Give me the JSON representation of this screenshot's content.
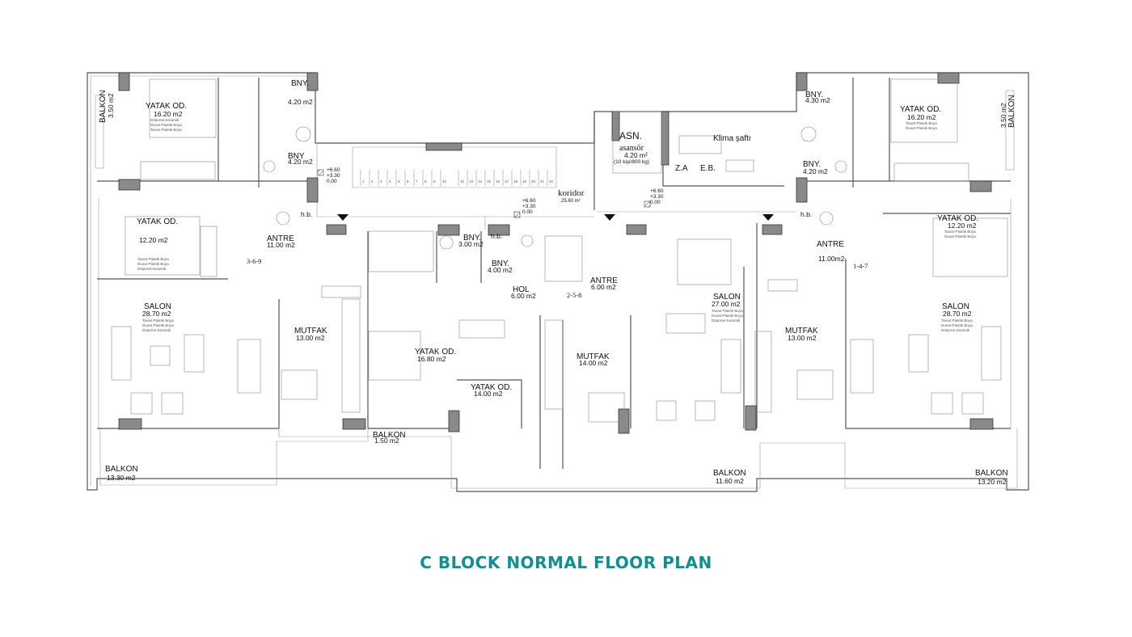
{
  "title": "C BLOCK NORMAL FLOOR PLAN",
  "colors": {
    "title": "#0f8f8f",
    "walls": "#555555",
    "columns": "#8a8a8a"
  },
  "rooms": [
    {
      "id": "balkon-left-top",
      "name": "BALKON",
      "area": "3.50 m2"
    },
    {
      "id": "yatak-1",
      "name": "YATAK OD.",
      "area": "16.20 m2"
    },
    {
      "id": "bny-1",
      "name": "BNY.",
      "area": "4.20 m2"
    },
    {
      "id": "bny-2",
      "name": "BNY",
      "area": "4.20 m2"
    },
    {
      "id": "yatak-2",
      "name": "YATAK OD.",
      "area": "12.20 m2"
    },
    {
      "id": "antre-1",
      "name": "ANTRE",
      "area": "11.00 m2"
    },
    {
      "id": "salon-1",
      "name": "SALON",
      "area": "28.70 m2"
    },
    {
      "id": "mutfak-1",
      "name": "MUTFAK",
      "area": "13.00 m2"
    },
    {
      "id": "balkon-1",
      "name": "BALKON",
      "area": "13.30 m2"
    },
    {
      "id": "asn",
      "name": "ASN.",
      "area": ""
    },
    {
      "id": "asansor",
      "name": "asansör",
      "area": "4.20 m²"
    },
    {
      "id": "klima",
      "name": "Klima şaftı",
      "area": ""
    },
    {
      "id": "za",
      "name": "Z.A",
      "area": ""
    },
    {
      "id": "eb",
      "name": "E.B.",
      "area": ""
    },
    {
      "id": "koridor",
      "name": "koridor",
      "area": "25.60 m²"
    },
    {
      "id": "bny-3",
      "name": "BNY.",
      "area": "3.00 m2"
    },
    {
      "id": "bny-4",
      "name": "BNY.",
      "area": "4.00 m2"
    },
    {
      "id": "hol",
      "name": "HOL",
      "area": "6.00 m2"
    },
    {
      "id": "antre-2",
      "name": "ANTRE",
      "area": "6.00 m2"
    },
    {
      "id": "yatak-3",
      "name": "YATAK OD.",
      "area": "16.80 m2"
    },
    {
      "id": "yatak-4",
      "name": "YATAK OD.",
      "area": "14.00 m2"
    },
    {
      "id": "mutfak-2",
      "name": "MUTFAK",
      "area": "14.00 m2"
    },
    {
      "id": "balkon-2",
      "name": "BALKON",
      "area": "1.50 m2"
    },
    {
      "id": "salon-2",
      "name": "SALON",
      "area": "27.00 m2"
    },
    {
      "id": "balkon-3",
      "name": "BALKON",
      "area": "11.60 m2"
    },
    {
      "id": "bny-5",
      "name": "BNY.",
      "area": "4.30 m2"
    },
    {
      "id": "bny-6",
      "name": "BNY.",
      "area": "4.20 m2"
    },
    {
      "id": "yatak-5",
      "name": "YATAK OD.",
      "area": "16.20 m2"
    },
    {
      "id": "balkon-right-top",
      "name": "BALKON",
      "area": "3.50 m2"
    },
    {
      "id": "antre-3",
      "name": "ANTRE",
      "area": "11.00m2"
    },
    {
      "id": "yatak-6",
      "name": "YATAK OD.",
      "area": "12.20 m2"
    },
    {
      "id": "mutfak-3",
      "name": "MUTFAK",
      "area": "13.00 m2"
    },
    {
      "id": "salon-3",
      "name": "SALON",
      "area": "28.70 m2"
    },
    {
      "id": "balkon-4",
      "name": "BALKON",
      "area": "13.20 m2"
    }
  ],
  "notes": {
    "lift_capacity": "(10 kişi/800 kg)",
    "hb": "h.b.",
    "unit_numbers": [
      "3-6-9",
      "2-5-8",
      "1-4-7"
    ],
    "levels": [
      "+6.60",
      "+3.30",
      "0.00"
    ],
    "finish_lines": [
      "Döşeme:Seramik",
      "Duvar:Plastik Boya",
      "Tavan:Plastik Boya"
    ],
    "stair_steps": [
      "1",
      "2",
      "3",
      "4",
      "5",
      "6",
      "7",
      "8",
      "9",
      "10",
      "11",
      "12",
      "13",
      "14",
      "15",
      "16",
      "17",
      "18",
      "19",
      "20",
      "21",
      "22"
    ]
  }
}
